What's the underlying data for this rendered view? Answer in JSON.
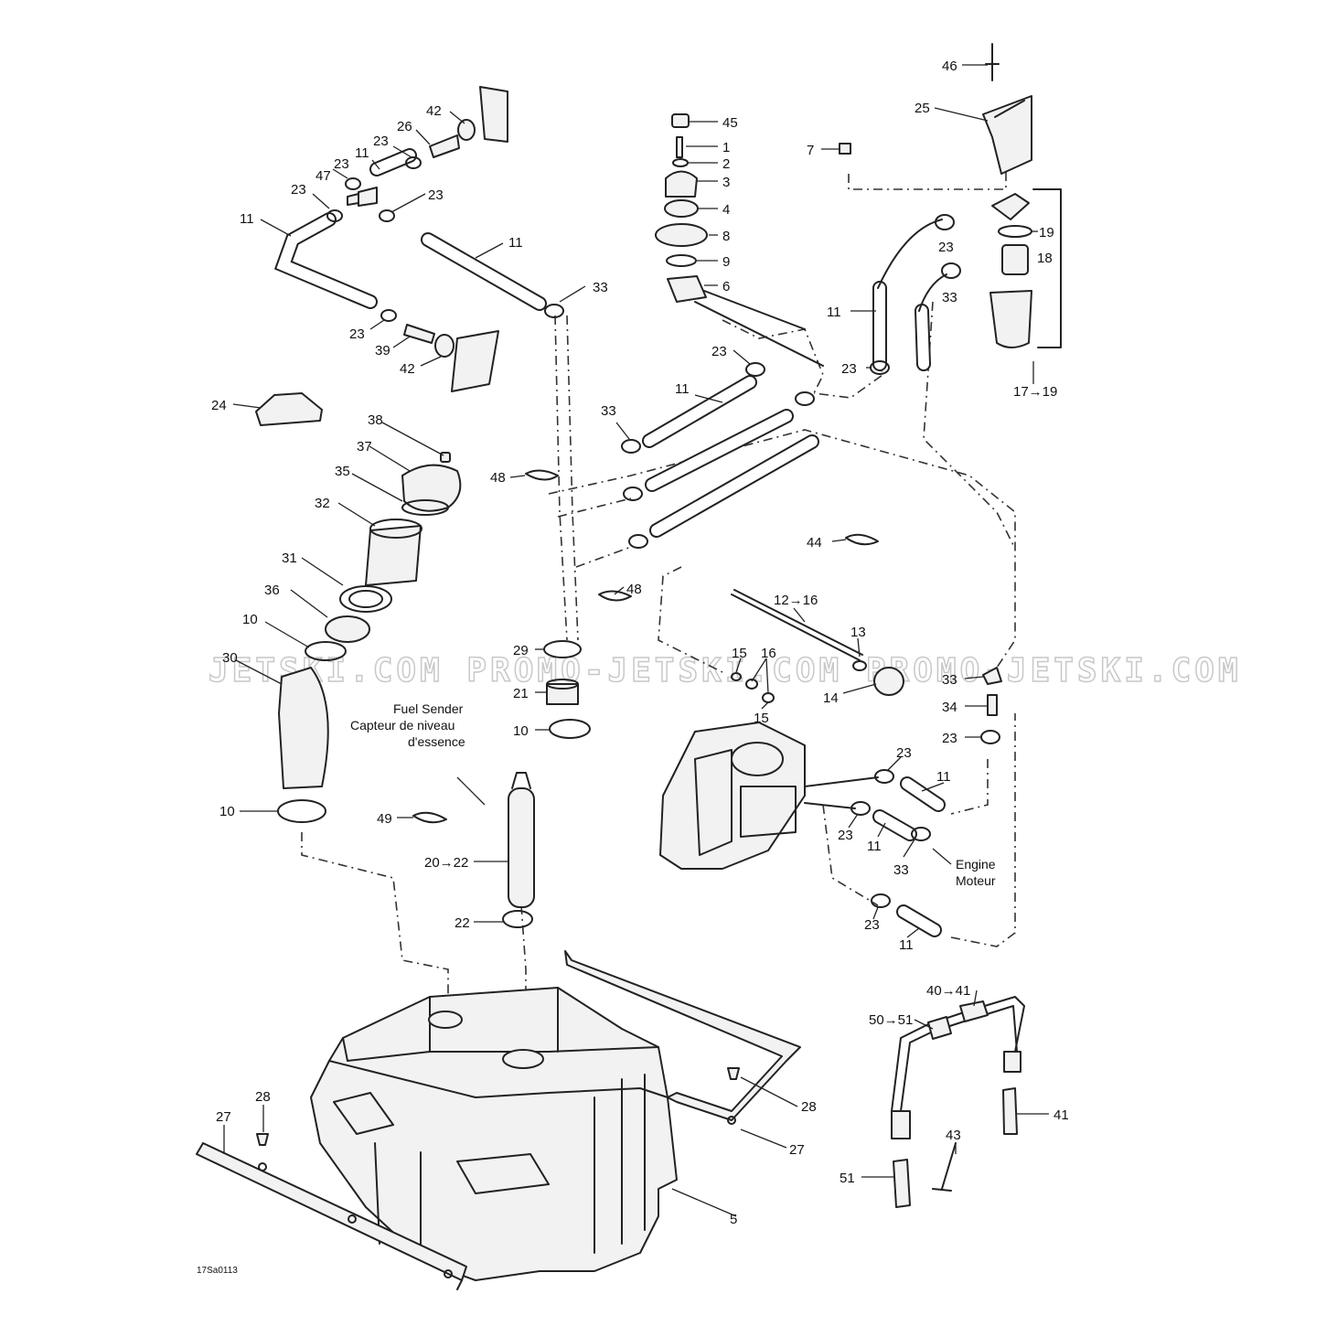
{
  "callouts": {
    "c1": "1",
    "c2": "2",
    "c3": "3",
    "c4": "4",
    "c5": "5",
    "c6": "6",
    "c7": "7",
    "c8": "8",
    "c9": "9",
    "c10": "10",
    "c11": "11",
    "c12_16": "12→16",
    "c13": "13",
    "c14": "14",
    "c15": "15",
    "c16": "16",
    "c17_19": "17→19",
    "c18": "18",
    "c19": "19",
    "c20_22": "20→22",
    "c21": "21",
    "c22": "22",
    "c23": "23",
    "c24": "24",
    "c25": "25",
    "c26": "26",
    "c27": "27",
    "c28": "28",
    "c29": "29",
    "c30": "30",
    "c31": "31",
    "c32": "32",
    "c33": "33",
    "c34": "34",
    "c35": "35",
    "c36": "36",
    "c37": "37",
    "c38": "38",
    "c39": "39",
    "c40_41": "40→41",
    "c41": "41",
    "c42": "42",
    "c43": "43",
    "c44": "44",
    "c45": "45",
    "c46": "46",
    "c47": "47",
    "c48": "48",
    "c49": "49",
    "c50_51": "50→51",
    "c51": "51"
  },
  "notes": {
    "fuel_sender_en": "Fuel Sender",
    "fuel_sender_fr1": "Capteur de niveau",
    "fuel_sender_fr2": "d'essence",
    "engine_en": "Engine",
    "engine_fr": "Moteur"
  },
  "watermark": "JETSKI.COM  PROMO-JETSKI.COM  PROMO-JETSKI.COM",
  "drawing_code": "17Sa0113"
}
